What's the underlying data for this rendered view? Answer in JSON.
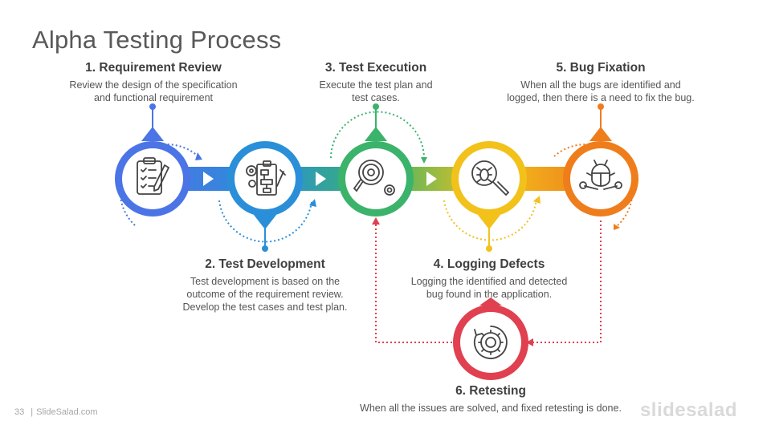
{
  "title": "Alpha Testing Process",
  "steps": [
    {
      "heading": "1. Requirement Review",
      "desc1": "Review the design of the specification",
      "desc2": "and functional requirement",
      "color": "#4b74e6",
      "icon": "clipboard-checklist-icon"
    },
    {
      "heading": "2. Test Development",
      "desc1": "Test development is based on the",
      "desc2": "outcome of the requirement  review.",
      "desc3": "Develop the test cases and test plan.",
      "color": "#2a8fd8",
      "icon": "flowchart-gears-icon"
    },
    {
      "heading": "3. Test Execution",
      "desc1": "Execute the test plan and",
      "desc2": "test cases.",
      "color": "#3bb36b",
      "icon": "magnifier-gear-icon"
    },
    {
      "heading": "4. Logging Defects",
      "desc1": "Logging the identified and detected",
      "desc2": "bug found in the application.",
      "color": "#f2c21b",
      "icon": "bug-search-icon"
    },
    {
      "heading": "5. Bug Fixation",
      "desc1": "When all the bugs are identified and",
      "desc2": "logged, then there is a need to fix the bug.",
      "color": "#ef7d1c",
      "icon": "bug-wrench-icon"
    },
    {
      "heading": "6. Retesting",
      "desc1": "When all the issues are solved, and fixed retesting is done.",
      "color": "#e0404f",
      "icon": "gear-cycle-icon"
    }
  ],
  "footer": {
    "page": "33",
    "separator": "|",
    "site": "SlideSalad.com"
  },
  "brand": "slidesalad"
}
